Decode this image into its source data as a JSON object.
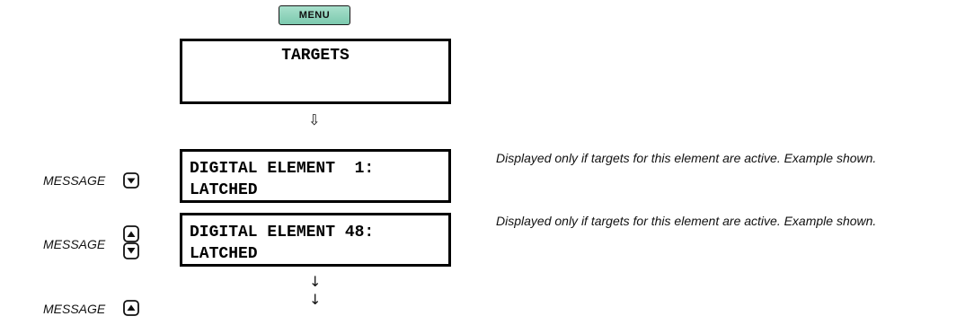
{
  "menu_key": {
    "label": "MENU"
  },
  "header": {
    "title": "TARGETS"
  },
  "connector": {
    "glyph": "⇩"
  },
  "rows": [
    {
      "label": "MESSAGE",
      "keys": [
        "down"
      ],
      "line1": "DIGITAL ELEMENT  1:",
      "line2": "LATCHED",
      "note": "Displayed only if targets for this element are active. Example shown."
    },
    {
      "label": "MESSAGE",
      "keys": [
        "up",
        "down"
      ],
      "line1": "DIGITAL ELEMENT 48:",
      "line2": "LATCHED",
      "note": "Displayed only if targets for this element are active. Example shown."
    },
    {
      "label": "MESSAGE",
      "keys": [
        "up"
      ],
      "continuation": "↓\n↓"
    }
  ]
}
